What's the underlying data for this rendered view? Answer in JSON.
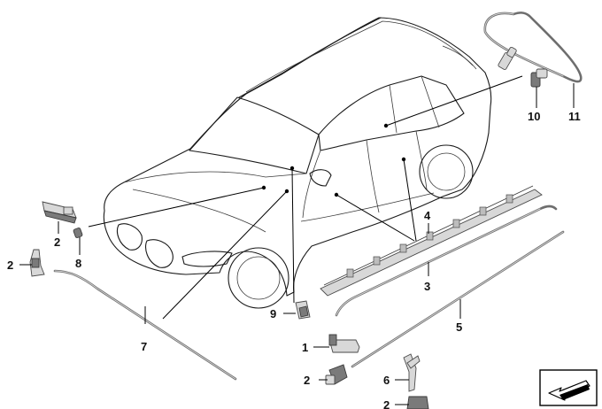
{
  "callouts": [
    {
      "id": "c1",
      "label": "1"
    },
    {
      "id": "c2a",
      "label": "2"
    },
    {
      "id": "c2b",
      "label": "2"
    },
    {
      "id": "c2c",
      "label": "2"
    },
    {
      "id": "c2d",
      "label": "2"
    },
    {
      "id": "c3",
      "label": "3"
    },
    {
      "id": "c4",
      "label": "4"
    },
    {
      "id": "c5",
      "label": "5"
    },
    {
      "id": "c6",
      "label": "6"
    },
    {
      "id": "c7",
      "label": "7"
    },
    {
      "id": "c8",
      "label": "8"
    },
    {
      "id": "c9",
      "label": "9"
    },
    {
      "id": "c10",
      "label": "10"
    },
    {
      "id": "c11",
      "label": "11"
    }
  ],
  "icons": {
    "vehicle": "suv-outline-icon",
    "corner": "arrow-down-left-icon"
  }
}
